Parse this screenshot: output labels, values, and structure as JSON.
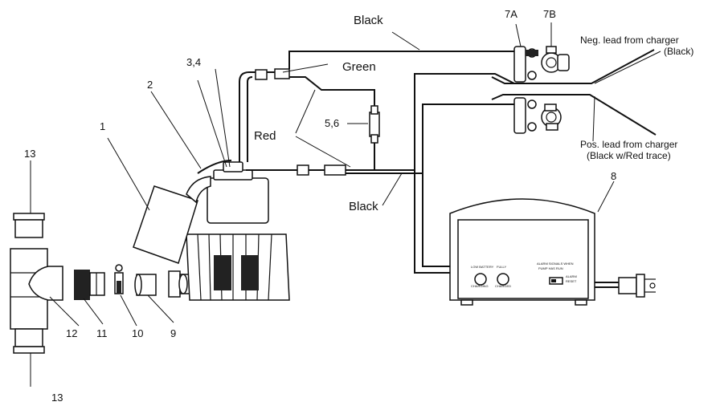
{
  "wires": {
    "black_top": "Black",
    "green": "Green",
    "red": "Red",
    "black_bottom": "Black"
  },
  "parts": {
    "p1": "1",
    "p2": "2",
    "p34": "3,4",
    "p56": "5,6",
    "p7a": "7A",
    "p7b": "7B",
    "p8": "8",
    "p9": "9",
    "p10": "10",
    "p11": "11",
    "p12": "12",
    "p13_top": "13",
    "p13_bottom": "13"
  },
  "leads": {
    "neg_line1": "Neg. lead from charger",
    "neg_line2": "(Black)",
    "pos_line1": "Pos. lead from charger",
    "pos_line2": "(Black w/Red trace)"
  },
  "charger_panel": {
    "low_battery": "LOW BATTERY",
    "charging": "CHARGING",
    "fully": "FULLY",
    "charged": "CHARGED",
    "alarm_line1": "ALARM SIGNALS WHEN",
    "alarm_line2": "PUMP HAS RUN",
    "alarm_reset1": "ALARM",
    "alarm_reset2": "RESET"
  }
}
